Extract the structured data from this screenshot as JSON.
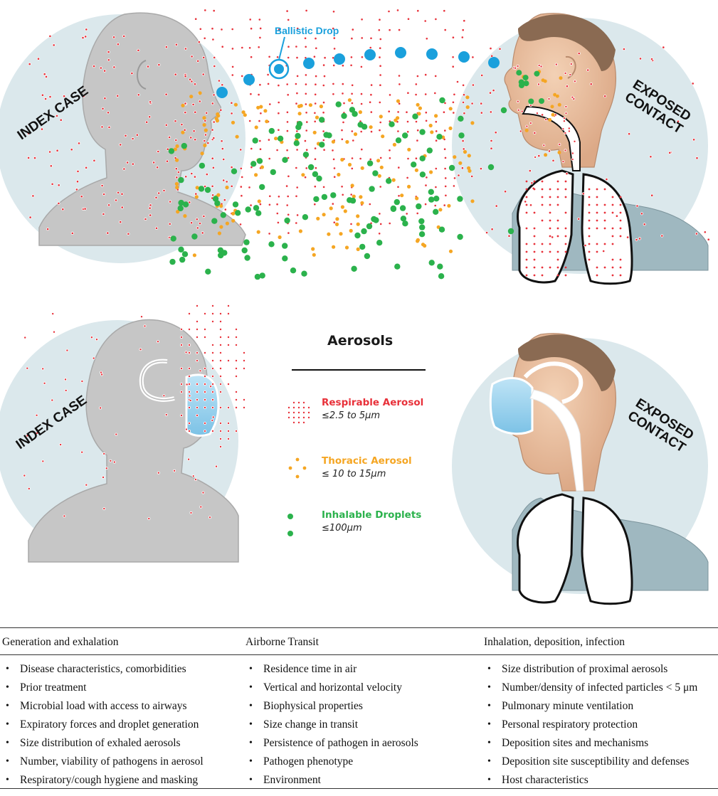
{
  "diagram": {
    "top_left_label": "INDEX CASE",
    "top_right_label": "EXPOSED\nCONTACT",
    "bottom_left_label": "INDEX CASE",
    "bottom_right_label": "EXPOSED\nCONTACT",
    "callout": "Ballistic Drop",
    "colors": {
      "respirable": "#e8313a",
      "thoracic": "#f5a623",
      "inhalable": "#2bb24c",
      "ballistic": "#1aa0dc",
      "circle": "#dbe8ec",
      "figure": "#c4c4c4",
      "mask": "#9ed2ee"
    }
  },
  "legend": {
    "title": "Aerosols",
    "items": [
      {
        "name": "Respirable Aerosol",
        "size": "≤2.5 to 5μm",
        "color": "#e8313a"
      },
      {
        "name": "Thoracic Aerosol",
        "size": "≤ 10 to 15μm",
        "color": "#f5a623"
      },
      {
        "name": "Inhalable Droplets",
        "size": "≤100μm",
        "color": "#2bb24c"
      }
    ]
  },
  "factors": {
    "columns": [
      {
        "heading": "Generation and exhalation",
        "items": [
          "Disease characteristics, comorbidities",
          "Prior treatment",
          "Microbial load with access to airways",
          "Expiratory forces and droplet generation",
          "Size distribution of exhaled aerosols",
          "Number, viability of pathogens in aerosol",
          "Respiratory/cough hygiene and masking"
        ]
      },
      {
        "heading": "Airborne Transit",
        "items": [
          "Residence time in air",
          "Vertical and horizontal velocity",
          "Biophysical properties",
          "Size change in transit",
          "Persistence of pathogen in aerosols",
          "Pathogen phenotype",
          "Environment"
        ]
      },
      {
        "heading": "Inhalation, deposition, infection",
        "items": [
          "Size distribution of proximal aerosols",
          "Number/density of infected particles < 5 μm",
          "Pulmonary minute ventilation",
          "Personal respiratory protection",
          "Deposition sites and mechanisms",
          "Deposition site susceptibility and defenses",
          "Host characteristics"
        ]
      }
    ]
  }
}
